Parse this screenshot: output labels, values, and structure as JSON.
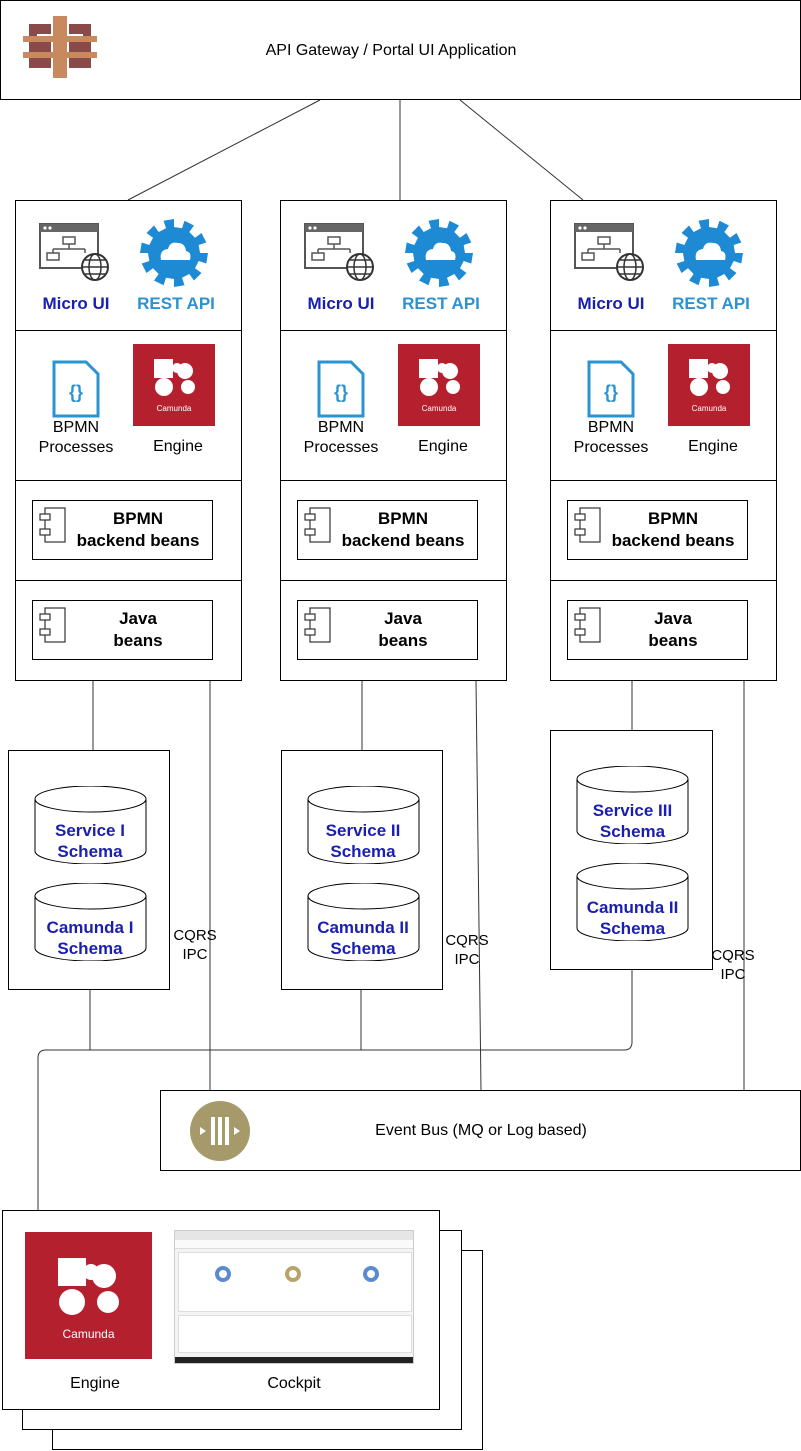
{
  "gateway": {
    "title": "API Gateway / Portal UI Application",
    "icon": "api-gateway-icon"
  },
  "services": [
    {
      "micro_ui": "Micro UI",
      "rest_api": "REST API",
      "bpmn_processes": "BPMN\nProcesses",
      "engine": "Engine",
      "engine_logo": "Camunda",
      "backend_beans": "BPMN\nbackend beans",
      "java_beans": "Java\nbeans",
      "service_schema": "Service I\nSchema",
      "camunda_schema": "Camunda I\nSchema",
      "cqrs": "CQRS\nIPC"
    },
    {
      "micro_ui": "Micro UI",
      "rest_api": "REST API",
      "bpmn_processes": "BPMN\nProcesses",
      "engine": "Engine",
      "engine_logo": "Camunda",
      "backend_beans": "BPMN\nbackend beans",
      "java_beans": "Java\nbeans",
      "service_schema": "Service II\nSchema",
      "camunda_schema": "Camunda II\nSchema",
      "cqrs": "CQRS\nIPC"
    },
    {
      "micro_ui": "Micro UI",
      "rest_api": "REST API",
      "bpmn_processes": "BPMN\nProcesses",
      "engine": "Engine",
      "engine_logo": "Camunda",
      "backend_beans": "BPMN\nbackend beans",
      "java_beans": "Java\nbeans",
      "service_schema": "Service III\nSchema",
      "camunda_schema": "Camunda II\nSchema",
      "cqrs": "CQRS\nIPC"
    }
  ],
  "event_bus": {
    "label": "Event Bus (MQ or Log based)",
    "icon": "event-bus-icon"
  },
  "shared": {
    "engine": "Engine",
    "engine_logo": "Camunda",
    "cockpit": "Cockpit",
    "cockpit_preview": "cockpit-screenshot"
  },
  "colors": {
    "micro_ui_text": "#1a1fb0",
    "rest_api_text": "#2b93d1",
    "camunda_red": "#b5202e",
    "event_bus_icon": "#a69a6b"
  }
}
